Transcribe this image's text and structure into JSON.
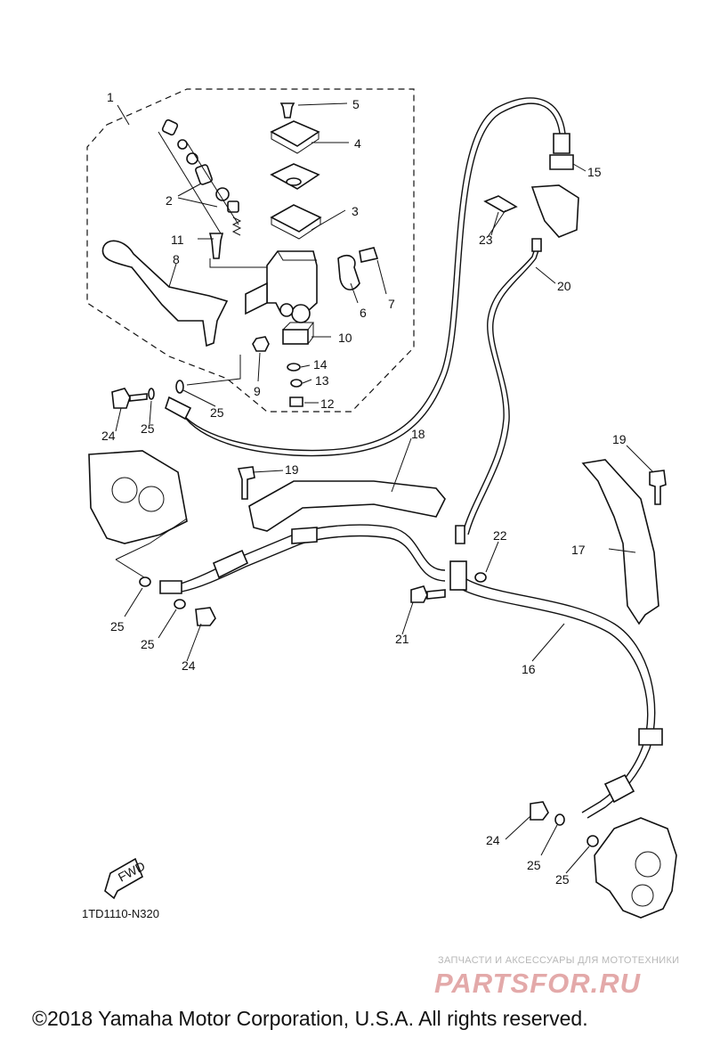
{
  "diagram": {
    "callouts": [
      "1",
      "2",
      "3",
      "4",
      "5",
      "6",
      "7",
      "8",
      "9",
      "10",
      "11",
      "12",
      "13",
      "14",
      "15",
      "16",
      "17",
      "18",
      "19",
      "19",
      "20",
      "21",
      "22",
      "23",
      "24",
      "24",
      "24",
      "25",
      "25",
      "25",
      "25",
      "25",
      "25"
    ],
    "direction_label": "FWD",
    "drawing_code": "1TD1110-N320"
  },
  "watermark": {
    "tagline": "ЗАПЧАСТИ И АКСЕССУАРЫ ДЛЯ МОТОТЕХНИКИ",
    "logo_text": "PARTSFOR.RU",
    "logo_color": "#e3a9a9"
  },
  "footer": {
    "copyright": "©2018 Yamaha Motor Corporation, U.S.A. All rights reserved."
  }
}
